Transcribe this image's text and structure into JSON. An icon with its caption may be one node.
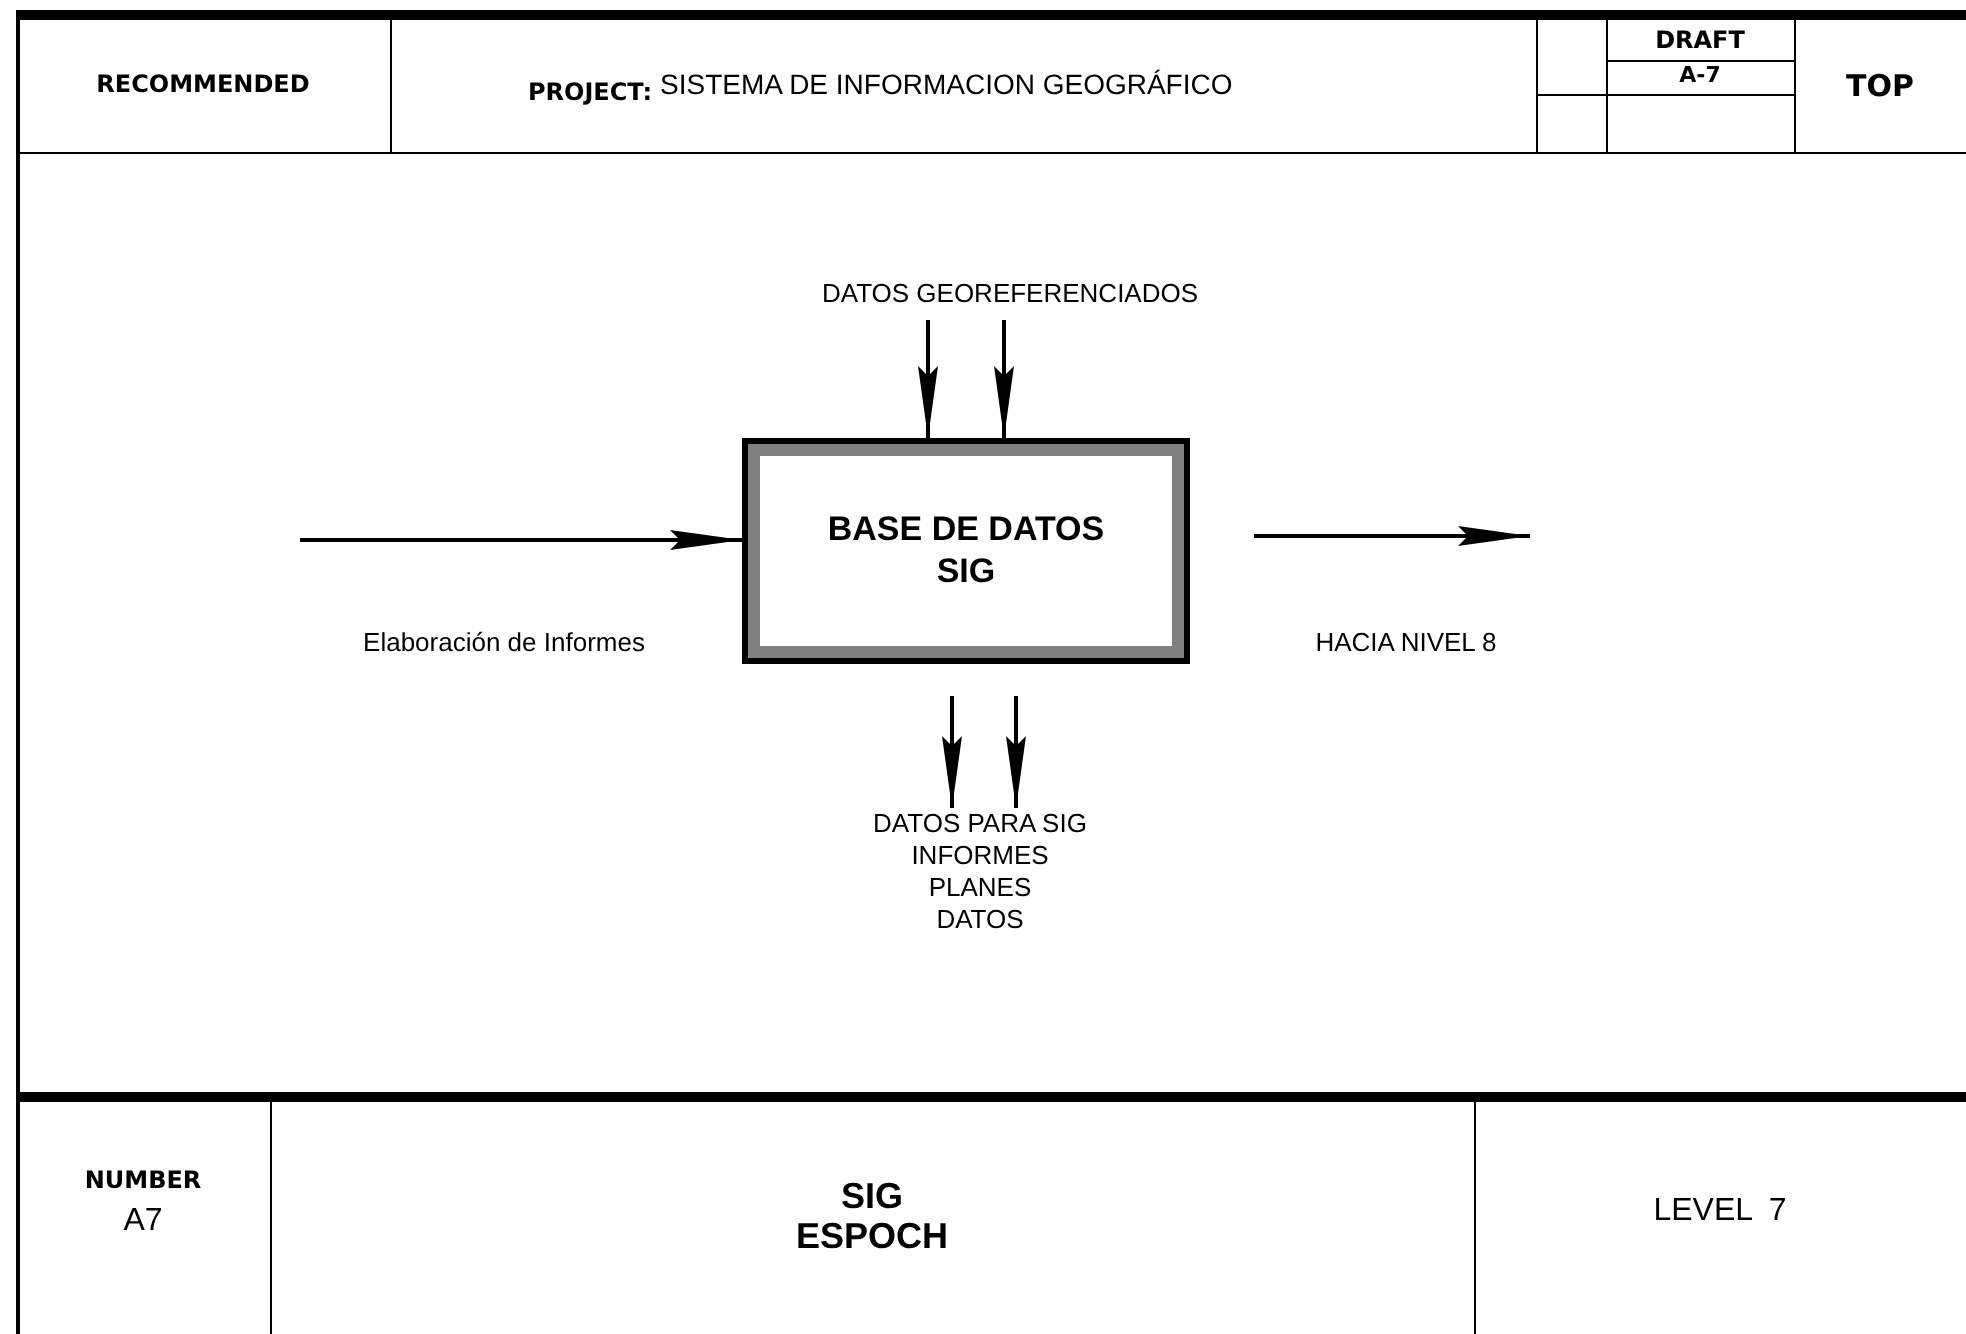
{
  "diagram": {
    "nodes": [
      {
        "text": [
          "BASE DE DATOS SIG"
        ]
      },
      {
        "text": [
          "DATOS GEOREFERENCIADOS"
        ]
      },
      {
        "text": [
          "DATOS PARA SIG",
          "INFORMES",
          "PLANES",
          "DATOS"
        ]
      }
    ],
    "edges": [
      {
        "from": null,
        "to": 0,
        "arrow": "to",
        "label": "Elaboración de Informes"
      },
      {
        "from": 1,
        "to": 0,
        "arrow": "to"
      },
      {
        "from": 1,
        "to": 0,
        "arrow": "to"
      },
      {
        "from": 0,
        "to": null,
        "arrow": "to",
        "label": "HACIA NIVEL 8"
      },
      {
        "from": 0,
        "to": 2,
        "arrow": "to"
      },
      {
        "from": 0,
        "to": 2,
        "arrow": "to"
      }
    ],
    "labels": [
      "RECOMMENDED",
      "PROJECT:",
      "SISTEMA DE INFORMACION GEOGRÁFICO",
      "DRAFT",
      "A-7",
      "TOP",
      "NUMBER",
      "A7",
      "SIG ESPOCH",
      "LEVEL 7"
    ]
  }
}
